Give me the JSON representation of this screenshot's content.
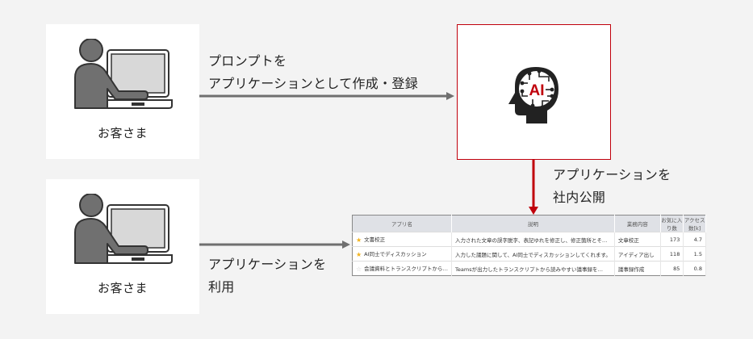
{
  "colors": {
    "background": "#f3f3f3",
    "accent_red": "#c0000c",
    "arrow_gray": "#6f6f6f",
    "star_active": "#f2b21b",
    "star_inactive": "#cccccc"
  },
  "actors": [
    {
      "label": "お客さま",
      "icon": "person-at-computer-icon"
    },
    {
      "label": "お客さま",
      "icon": "person-at-computer-icon"
    }
  ],
  "ai_node": {
    "icon": "ai-brain-head-icon",
    "icon_text": "AI"
  },
  "captions": {
    "create": {
      "line1": "プロンプトを",
      "line2": "アプリケーションとして作成・登録"
    },
    "publish": {
      "line1": "アプリケーションを",
      "line2": "社内公開"
    },
    "use": {
      "line1": "アプリケーションを",
      "line2": "利用"
    }
  },
  "app_table": {
    "columns": [
      "アプリ名",
      "説明",
      "業務内容",
      "お気に入り数",
      "アクセス数[k]"
    ],
    "rows": [
      {
        "favorite": true,
        "name": "文書校正",
        "description": "入力された文章の誤字脱字、表記ゆれを修正し、修正箇所とそ…",
        "category": "文章校正",
        "favorites": "173",
        "access": "4.7"
      },
      {
        "favorite": true,
        "name": "AI同士でディスカッション",
        "description": "入力した議題に関して、AI同士でディスカッションしてくれます。",
        "category": "アイディア出し",
        "favorites": "118",
        "access": "1.5"
      },
      {
        "favorite": false,
        "name": "会議資料とトランスクリプトから…",
        "description": "Teamsが出力したトランスクリプトから読みやすい議事録を…",
        "category": "議事録作成",
        "favorites": "85",
        "access": "0.8"
      }
    ]
  }
}
